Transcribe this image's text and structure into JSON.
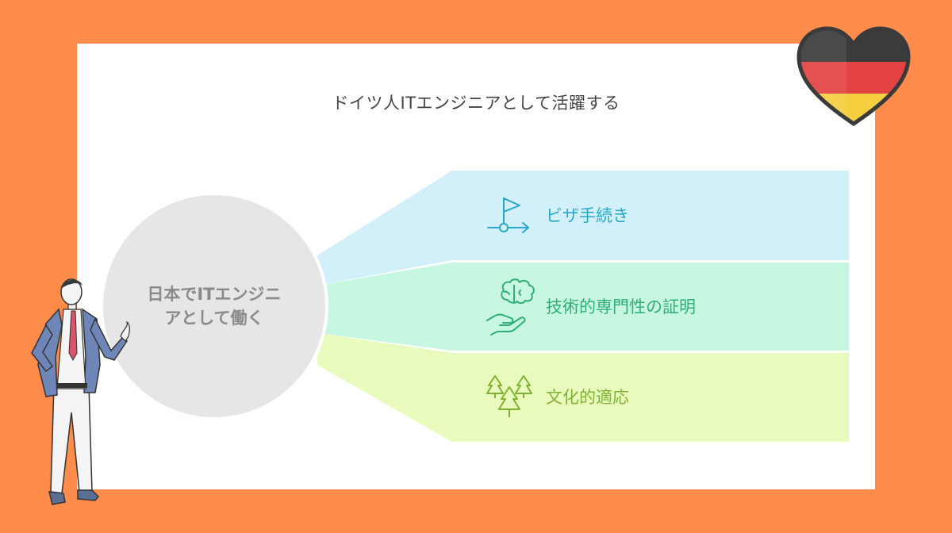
{
  "title": "ドイツ人ITエンジニアとして活躍する",
  "center": {
    "line1": "日本でITエンジニ",
    "line2": "アとして働く"
  },
  "branches": [
    {
      "label": "ビザ手続き",
      "icon": "flag-arrow-icon",
      "color": "#2aa7c9",
      "fill": "#d2f0f9"
    },
    {
      "label": "技術的専門性の証明",
      "icon": "brain-hand-icon",
      "color": "#2fae77",
      "fill": "#c8f7e1"
    },
    {
      "label": "文化的適応",
      "icon": "trees-icon",
      "color": "#7fb233",
      "fill": "#e9fabd"
    }
  ],
  "colors": {
    "background": "#ff8c4a",
    "card": "#ffffff",
    "center_circle": "#e6e6e6"
  },
  "flag": [
    "#3b3b3b",
    "#e34343",
    "#f5cf3f"
  ]
}
